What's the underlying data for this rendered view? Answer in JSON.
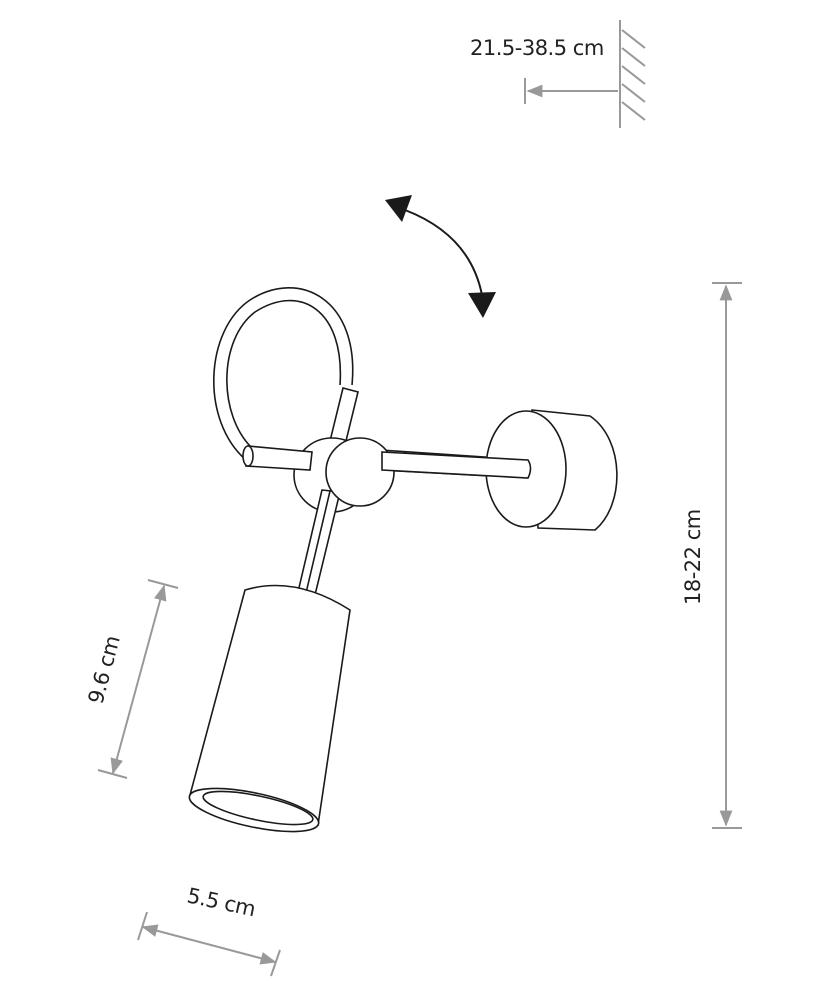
{
  "dimensions": {
    "wall_distance": "21.5-38.5 cm",
    "height": "18-22 cm",
    "shade_length": "9.6 cm",
    "shade_diameter": "5.5 cm"
  },
  "colors": {
    "line": "#1a1a1a",
    "dimension": "#999999"
  }
}
